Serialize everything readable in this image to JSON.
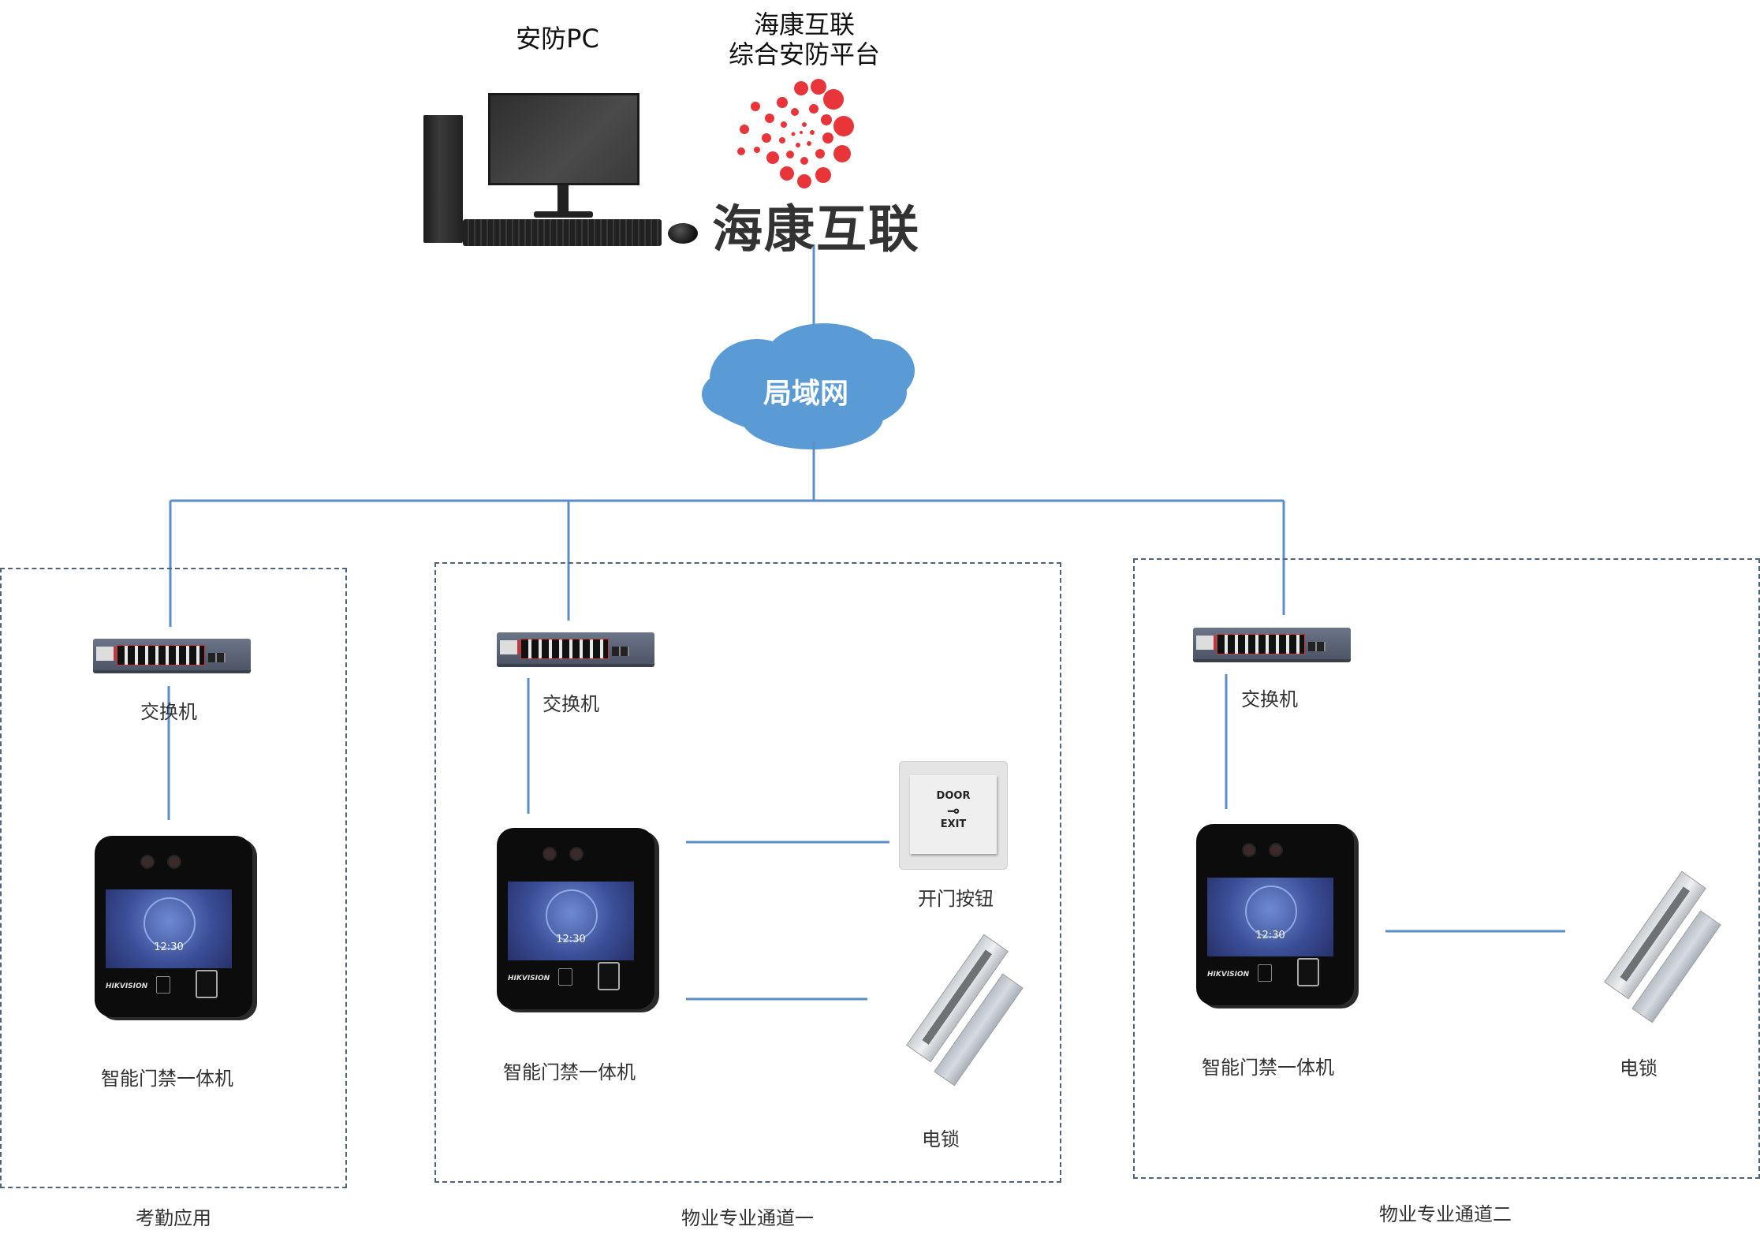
{
  "top": {
    "pc_label": "安防PC",
    "platform_label_line1": "海康互联",
    "platform_label_line2": "综合安防平台",
    "platform_logo_text": "海康互联",
    "brand_color": "#e8353a"
  },
  "network": {
    "cloud_label": "局域网",
    "cloud_color": "#5b9bd5",
    "wire_color": "#5b8ec7"
  },
  "zones": [
    {
      "name": "考勤应用",
      "switch_label": "交换机",
      "terminal_label": "智能门禁一体机",
      "terminal_time": "12:30",
      "terminal_brand": "HIKVISION"
    },
    {
      "name": "物业专业通道一",
      "switch_label": "交换机",
      "terminal_label": "智能门禁一体机",
      "terminal_time": "12:30",
      "terminal_brand": "HIKVISION",
      "exit_button_label": "开门按钮",
      "exit_button_text_top": "DOOR",
      "exit_button_text_bottom": "EXIT",
      "lock_label": "电锁"
    },
    {
      "name": "物业专业通道二",
      "switch_label": "交换机",
      "terminal_label": "智能门禁一体机",
      "terminal_time": "12:30",
      "terminal_brand": "HIKVISION",
      "lock_label": "电锁"
    }
  ]
}
